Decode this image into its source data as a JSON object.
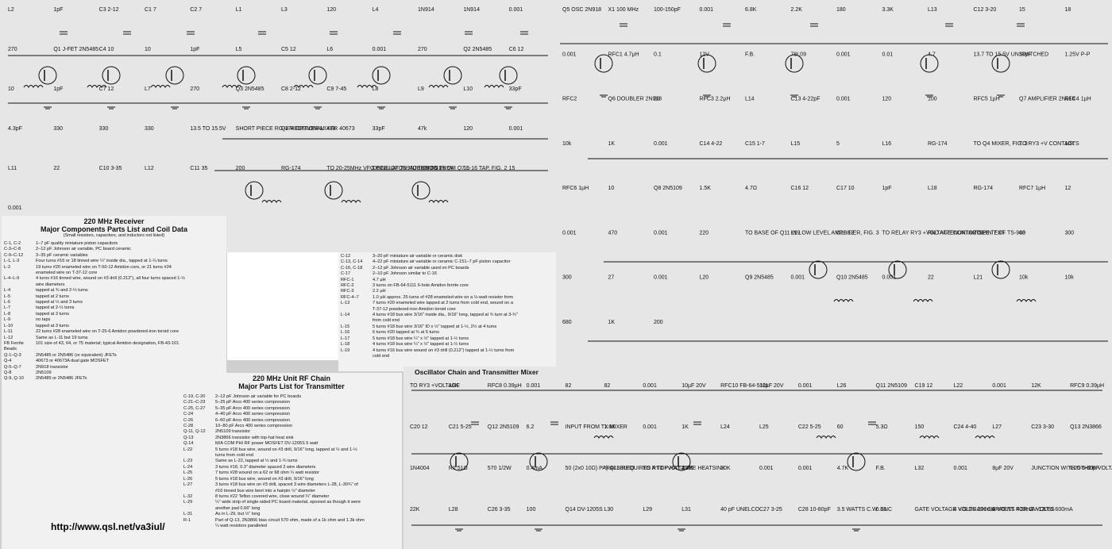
{
  "receiver_schematic": {
    "labels": [
      "L2",
      "1pF",
      "C3 2-12",
      "C1 7",
      "C2 7",
      "L1",
      "L3",
      "120",
      "L4",
      "1N914",
      "1N914",
      "0.001",
      "270",
      "Q1 J-FET 2N5485",
      "C4 10",
      "10",
      "1pF",
      "L5",
      "C5 12",
      "L6",
      "0.001",
      "270",
      "Q2 2N5485",
      "C6 12",
      "10",
      "1pF",
      "C7 12",
      "L7",
      "270",
      "Q3 2N5485",
      "C8 2-12",
      "C9 7-45",
      "L8",
      "L9",
      "L10",
      "33pF",
      "4.3pF",
      "330",
      "330",
      "330",
      "13.5 TO 15.5V",
      "SHORT PIECE RG-174 OPTIONAL",
      "Q4 RECEIVER MIXER 40673",
      "47k",
      "33pF",
      "47k",
      "120",
      "0.001",
      "L11",
      "22",
      "C10 3-35",
      "L12",
      "C11 35",
      "200",
      "RG-174",
      "TO 20-25MHz VFO PINS OF TS940 THRU S1",
      "OSCILLATOR INJECTION FROM Q7 L-16 TAP, FIG. 2",
      "13.5 TO 15.5V",
      "15",
      "15",
      "0.001"
    ]
  },
  "oscillator_schematic": {
    "labels": [
      "Q5 OSC 2N918",
      "X1 100 MHz",
      "100-150pF",
      "0.001",
      "6.8K",
      "2.2K",
      "180",
      "3.3K",
      "L13",
      "C12 3-20",
      "15",
      "18",
      "0.001",
      "RFC1 4.7µH",
      "0.1",
      "12V",
      "F.B.",
      "78L09",
      "0.001",
      "0.01",
      "4.7",
      "13.7 TO 15.5V UNSWITCHED",
      "10pF",
      "1.25V P-P",
      "RFC2",
      "Q6 DOUBLER 2N918",
      "39",
      "RFC3 2.2µH",
      "L14",
      "C13 4-22pF",
      "0.001",
      "120",
      "100",
      "RFC5 1µH",
      "Q7 AMPLIFIER 2N918",
      "RFC4 1µH",
      "10k",
      "1K",
      "0.001",
      "C14 4-22",
      "C15 1-7",
      "L15",
      "5",
      "L16",
      "RG-174",
      "TO Q4 MIXER, FIG. 3",
      "TO RY3 +V CONTACTS",
      "10k",
      "RFC6 1µH",
      "10",
      "Q8 2N5109",
      "1.5K",
      "4.7Ω",
      "C16 12",
      "C17 10",
      "1pF",
      "L18",
      "RG-174",
      "RFC7 1µH",
      "12",
      "0.001",
      "470",
      "0.001",
      "220",
      "TO BASE OF Q11 IN LOW LEVEL AMPLIFIER, FIG. 3",
      "L19",
      "C18 12",
      "TO RELAY RY3 +VOLTAGE CONTACTS",
      "PAD ATTENUATOR SEE TEXT",
      "TO PIN 7 OF TS-940",
      "68",
      "300",
      "300",
      "27",
      "0.001",
      "L20",
      "Q9 2N5485",
      "0.001",
      "Q10 2N5485",
      "0.001",
      "22",
      "L21",
      "10k",
      "10k",
      "680",
      "1K",
      "200"
    ]
  },
  "receiver_parts": {
    "title": "220 MHz Receiver",
    "subtitle": "Major Components Parts List and Coil Data",
    "note": "(Small resistors, capacitors, and inductors not listed)",
    "rows": [
      {
        "k": "C-1, C-2",
        "v": "1–7 pF quality miniature piston capacitors"
      },
      {
        "k": "C-3–C-8",
        "v": "2–12 pF Johnson air variable, PC board ceramic"
      },
      {
        "k": "C-9–C-12",
        "v": "3–35 pF ceramic variables"
      },
      {
        "k": "L-1, L-3",
        "v": "Four turns #16 or 18 tinned wire ¼\" inside dia., tapped at 1-¼ turns"
      },
      {
        "k": "L-2",
        "v": "19 turns #20 enameled wire on T-50-12 Amidon core, or 21 turns #24"
      },
      {
        "k": "",
        "v": "enameled wire on T-37-12 core"
      },
      {
        "k": "L-4–L-9",
        "v": "4 turns #16 tinned wire, wound on #3 drill (0.212\"), all four turns spaced 1-½"
      },
      {
        "k": "",
        "v": "wire diameters"
      },
      {
        "k": "L-4",
        "v": "tapped at ¾ and 2-½ turns"
      },
      {
        "k": "L-5",
        "v": "tapped at 2 turns"
      },
      {
        "k": "L-6",
        "v": "tapped at ½ and 3 turns"
      },
      {
        "k": "L-7",
        "v": "tapped at 2-½ turns"
      },
      {
        "k": "L-8",
        "v": "tapped at 3 turns"
      },
      {
        "k": "L-9",
        "v": "no taps"
      },
      {
        "k": "L-10",
        "v": "tapped at 3 turns"
      },
      {
        "k": "L-11",
        "v": "22 turns #28 enameled wire on T-25-6 Amidon powdered-iron toroid core"
      },
      {
        "k": "L-12",
        "v": "Same as L-11 but 19 turns"
      },
      {
        "k": "FB Ferrite Beads",
        "v": "101 size of 43, 64, or 75 material; typical Amidon designation, FB-43-101"
      },
      {
        "k": "Q-1–Q-3",
        "v": "2N5485 or 2N5486 (or equivalent) JFETs"
      },
      {
        "k": "Q-4",
        "v": "40673 or 40673A dual gate MOSFET"
      },
      {
        "k": "Q-5–Q-7",
        "v": "2N918 transistor"
      },
      {
        "k": "Q-8",
        "v": "2N5109"
      },
      {
        "k": "Q-9, Q-10",
        "v": "2N5485 or 2N5486 JFETs"
      }
    ]
  },
  "middle_parts": {
    "rows": [
      {
        "k": "C-12",
        "v": "3–20 pF miniature air variable or ceramic disk"
      },
      {
        "k": "C-13, C-14",
        "v": "4–22 pF miniature air variable or ceramic C-151–7 pF piston capacitor"
      },
      {
        "k": "C-16, C-18",
        "v": "2–12 pF Johnson air variable used on PC boards"
      },
      {
        "k": "C-17",
        "v": "2–10 pF Johnson similar to C-16"
      },
      {
        "k": "RFC-1",
        "v": "4.7 µH"
      },
      {
        "k": "RFC-2",
        "v": "3 turns on FB-64-5111 6-hole Amidon ferrite core"
      },
      {
        "k": "RFC-3",
        "v": "2.2 µH"
      },
      {
        "k": "RFC-4–7",
        "v": "1.0 µH approx. 25 turns of #28 enameled wire on a ½-watt resistor form"
      },
      {
        "k": "L-13",
        "v": "7 turns #20 enameled wire tapped at 2 turns from cold end, wound on a"
      },
      {
        "k": "",
        "v": "T-37-12 powdered-iron Amidon toroid core"
      },
      {
        "k": "L-14",
        "v": "4 turns #18 bus wire 3/16\" inside dia., 9/16\" long, tapped at ¾ turn at 3-¾\""
      },
      {
        "k": "",
        "v": "from cold end"
      },
      {
        "k": "L-15",
        "v": "5 turns #18 bus wire 3/16\" ID x ½\" tapped at 1-½, 2½ at 4 turns"
      },
      {
        "k": "L-16",
        "v": "6 turns #20 tapped at ¾ at 5 turns"
      },
      {
        "k": "L-17",
        "v": "5 turns #18 bus wire ¼\" x ½\" tapped at 1-½ turns"
      },
      {
        "k": "L-18",
        "v": "4 turns #18 bus wire ¼\" x ½\" tapped at 1-½ turns"
      },
      {
        "k": "L-19",
        "v": "4 turns #16 bus wire wound on #3 drill (0.212\") tapped at 1-½ turns from"
      },
      {
        "k": "",
        "v": "cold end"
      }
    ]
  },
  "transmitter_parts": {
    "title": "220 MHz Unit RF Chain",
    "subtitle": "Major Parts List for Transmitter",
    "rows": [
      {
        "k": "C-19, C-20",
        "v": "2–12 pF Johnson air variable for PC boards"
      },
      {
        "k": "C-21–C-23",
        "v": "5–25 pF Arco 400 series compression"
      },
      {
        "k": "C-25, C-27",
        "v": "5–35 pF Arco 400 series compression"
      },
      {
        "k": "C-24",
        "v": "4–40 pF Arco 400 series compression"
      },
      {
        "k": "C-26",
        "v": "6–60 pF Arco 400 series compression"
      },
      {
        "k": "C-28",
        "v": "10–80 pF Arco 400 series compression"
      },
      {
        "k": "Q-11, Q-12",
        "v": "2N5109 transistor"
      },
      {
        "k": "Q-13",
        "v": "2N3866 transistor with top-hat heat sink"
      },
      {
        "k": "Q-14",
        "v": "M/A COM PHI RF power MOSFET DV-1205S 5 watt"
      },
      {
        "k": "L-22",
        "v": "5 turns #18 bus wire, wound on #3 drill, 9/16\" long, tapped at ½ and 1-½"
      },
      {
        "k": "",
        "v": "turns from cold end"
      },
      {
        "k": "L-23",
        "v": "Same as L-22, tapped at ½ and 1-¾ turns"
      },
      {
        "k": "L-24",
        "v": "3 turns #18, 0.3\" diameter spaced 2 wire diameters"
      },
      {
        "k": "L-25",
        "v": "7 turns #28 wound on a 62 or 68 ohm ¼ watt resistor"
      },
      {
        "k": "L-26",
        "v": "5 turns #18 bus wire, wound on #3 drill, 9/16\" long"
      },
      {
        "k": "L-27",
        "v": "3 turns #18 bus wire on #3 drill, spaced 3 wire diameters L-28, L-30¾\" of"
      },
      {
        "k": "",
        "v": "#16 tinned bus wire bent into a hairpin ½\" diameter"
      },
      {
        "k": "L-32",
        "v": "8 turns #22 Teflon covered wire, close wound ¼\" diameter"
      },
      {
        "k": "L-29",
        "v": "¼\" wide strip of single-sided PC board material, epoxied as though it were"
      },
      {
        "k": "",
        "v": "another pad 0.66\" long"
      },
      {
        "k": "L-31",
        "v": "As in L-29, but ½\" long"
      },
      {
        "k": "R-1",
        "v": "Part of Q-13, 2N3866 bias circuit 570 ohm, made of a 1k ohm and 1.3k ohm"
      },
      {
        "k": "",
        "v": "¼ watt resistors paralleled"
      }
    ]
  },
  "transmitter_schematic": {
    "title": "Oscillator Chain and Transmitter Mixer",
    "labels": [
      "TO RY3 +VOLTAGE",
      "10K",
      "RFC8 0.39µH",
      "0.001",
      "82",
      "82",
      "0.001",
      "10µF 20V",
      "RFC10 FB-64-5111",
      "10µF 20V",
      "0.001",
      "L26",
      "Q11 2N5109",
      "C19 12",
      "L22",
      "0.001",
      "12K",
      "RFC9 0.39µH",
      "C20 12",
      "C21 5-25",
      "Q12 2N5109",
      "6.2",
      "INPUT FROM TX MIXER",
      "1.6K",
      "0.001",
      "1K",
      "L24",
      "L25",
      "C22 5-25",
      "60",
      "5.3Ω",
      "150",
      "C24 4-40",
      "L27",
      "C23 3-30",
      "Q13 2N3866",
      "1N4004",
      "R1 51Ω",
      "570 1/2W",
      "0.4mA",
      "50 (2x0 10Ω) PARALLELED",
      "*) Q13 REQUIRES A TOP HAT TYPE HEATSINK",
      "TO RY3 +VOLTAGE",
      "2.7K",
      "10K",
      "0.001",
      "0.001",
      "4.7K",
      "F.B.",
      "L32",
      "0.001",
      "8µF 20V",
      "JUNCTION WITH OTHER VOLTAGE POINTS AND CONNECT TO CONTACTS ON RY3",
      "C25 6-60pF",
      "22K",
      "L28",
      "C26 3-35",
      "100",
      "Q14 DV-1205S",
      "L30",
      "L29",
      "L31",
      "40 pF UNELCO",
      "C27 3-25",
      "C28 10-80pF",
      "3.5 WATTS C.W. BNC",
      "0.01",
      "GATE VOLTAGE V/S DRAIN CURRENT FOR DV-1205S",
      "4 VOLTS 200mA",
      "6 VOLTS 400mA",
      "7 VOLTS 600mA"
    ]
  },
  "url": "http://www.qsl.net/va3iul/"
}
